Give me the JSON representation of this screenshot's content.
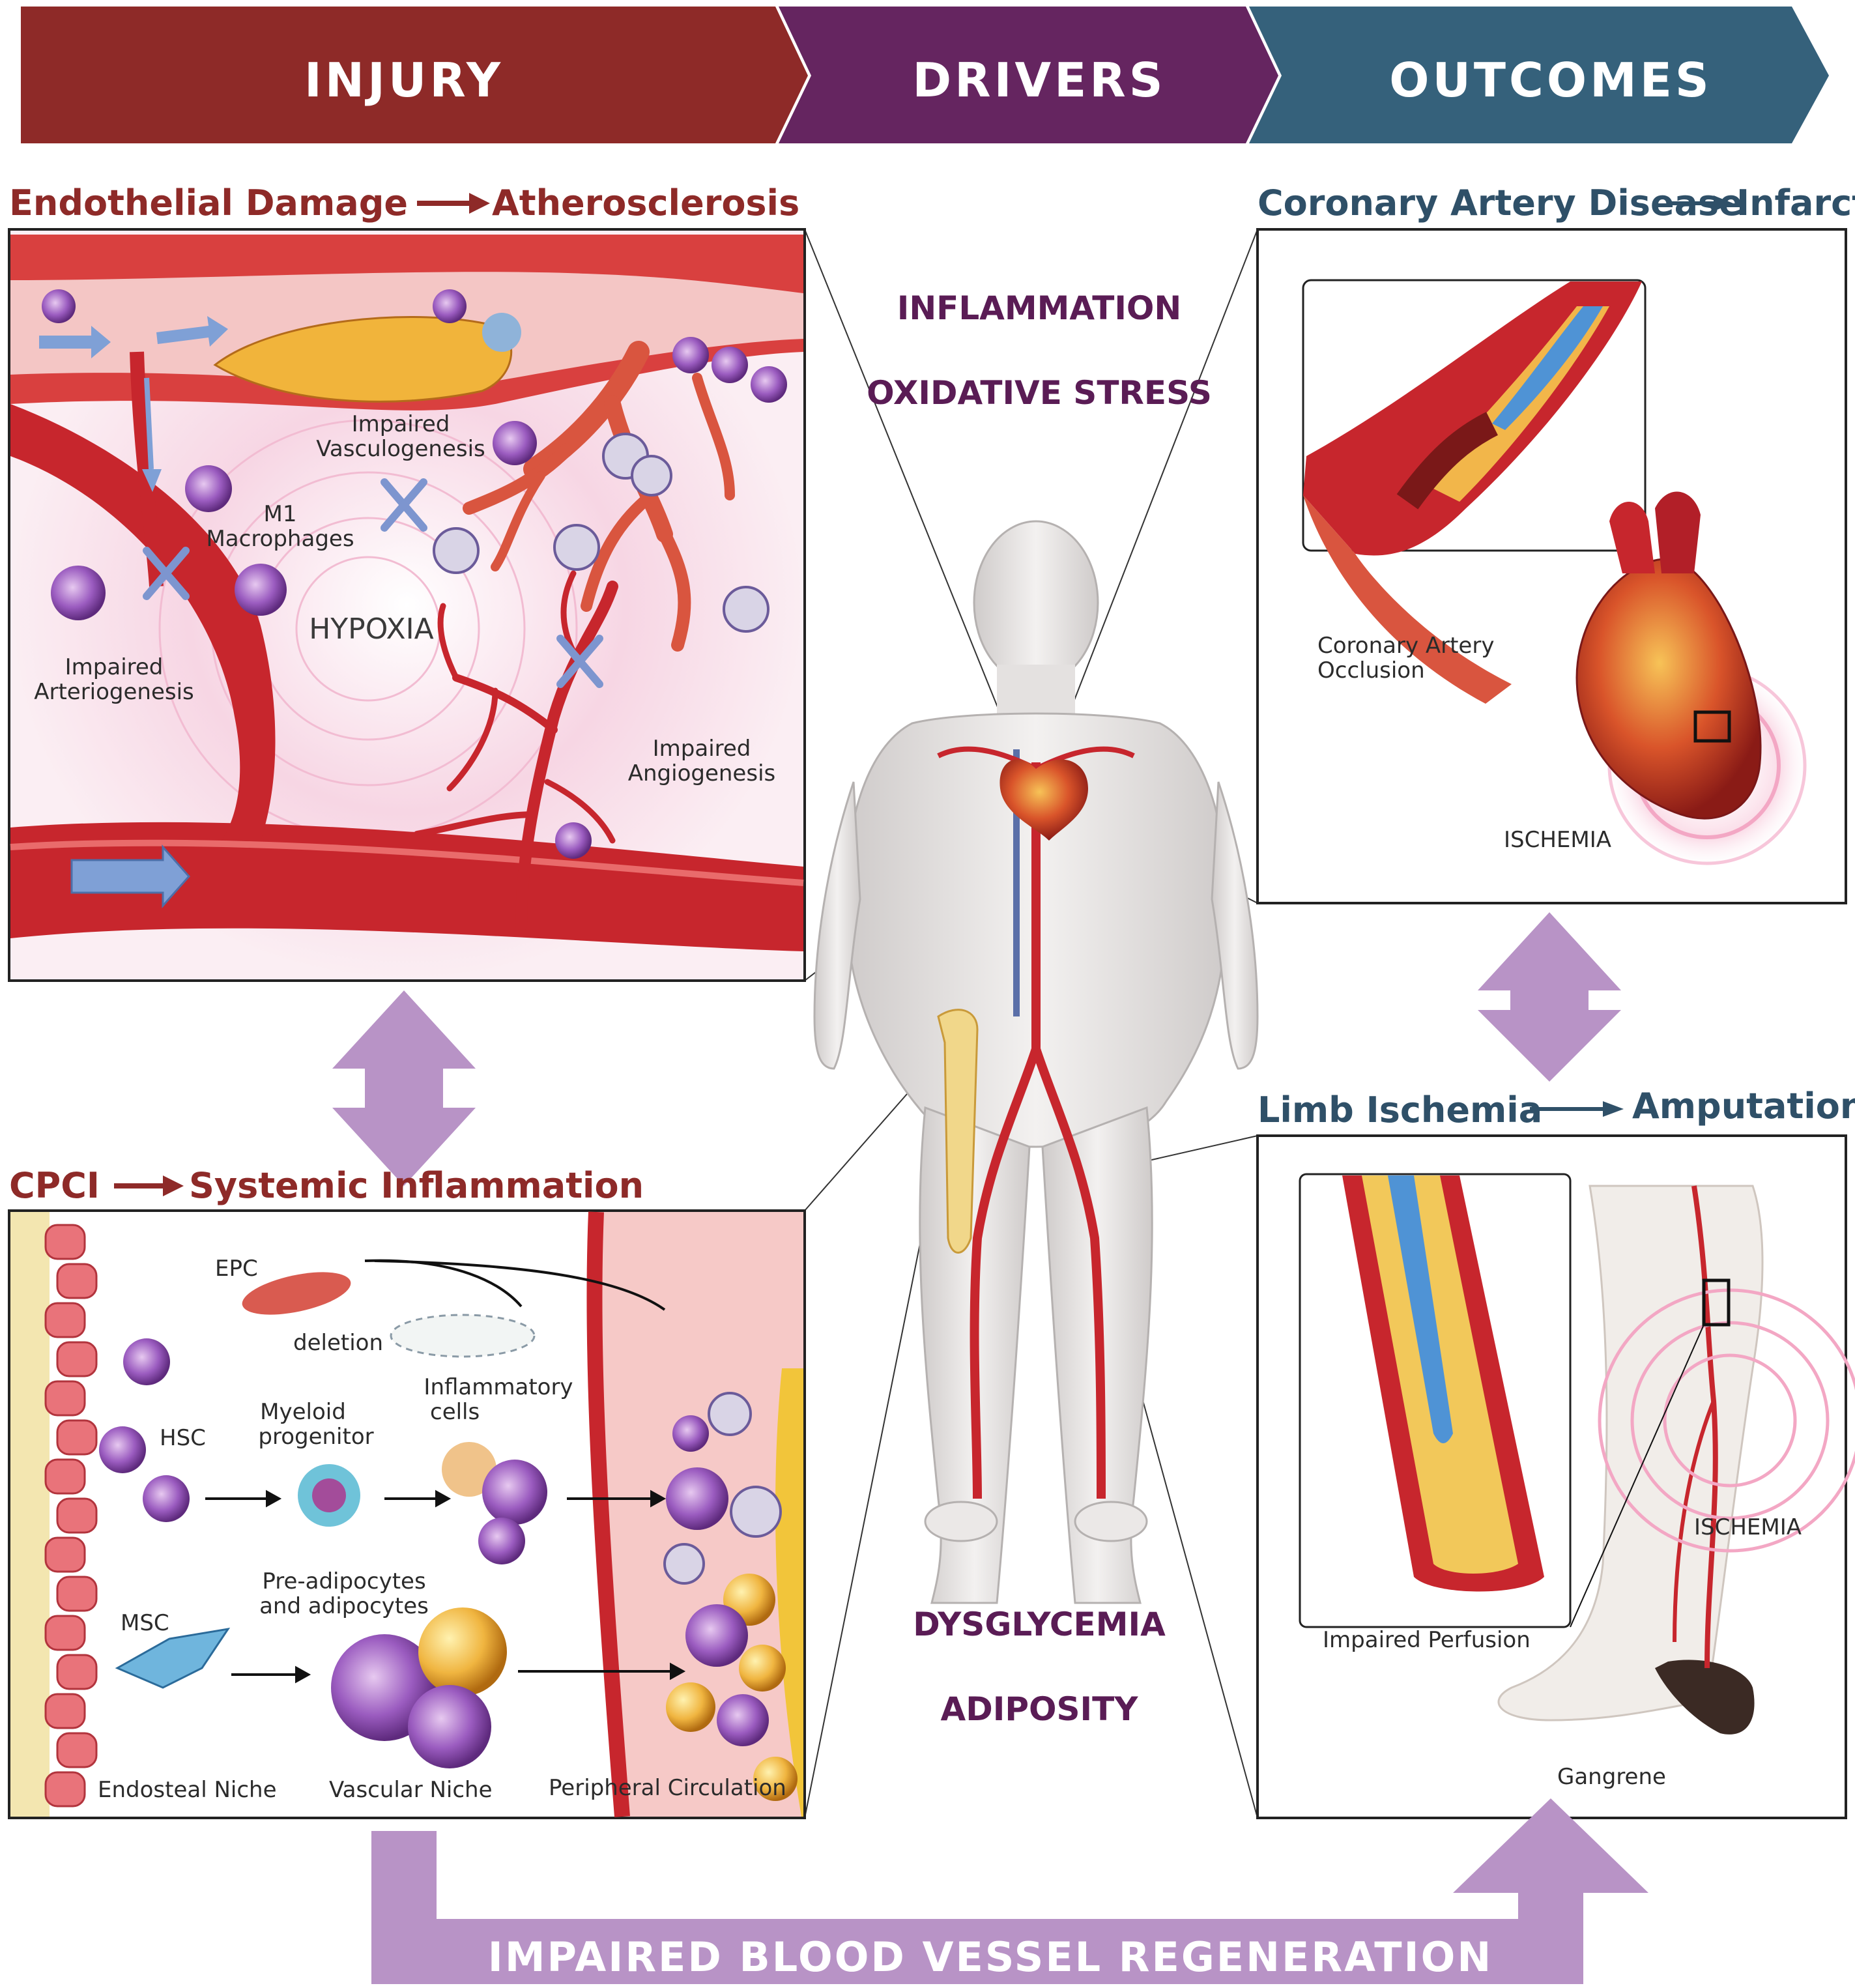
{
  "banner": {
    "injury": "INJURY",
    "drivers": "DRIVERS",
    "outcomes": "OUTCOMES"
  },
  "panels": {
    "endothelial": {
      "heading_left": "Endothelial Damage",
      "heading_right": "Atherosclerosis",
      "labels": {
        "impaired_vasculogenesis_1": "Impaired",
        "impaired_vasculogenesis_2": "Vasculogenesis",
        "m1_1": "M1",
        "m1_2": "Macrophages",
        "hypoxia": "HYPOXIA",
        "arteriogenesis_1": "Impaired",
        "arteriogenesis_2": "Arteriogenesis",
        "angiogenesis_1": "Impaired",
        "angiogenesis_2": "Angiogenesis"
      }
    },
    "cpci": {
      "heading_left": "CPCI",
      "heading_right": "Systemic Inflammation",
      "labels": {
        "epc": "EPC",
        "deletion": "deletion",
        "inflammatory_1": "Inflammatory",
        "inflammatory_2": "cells",
        "myeloid_1": "Myeloid",
        "myeloid_2": "progenitor",
        "hsc": "HSC",
        "preadipo_1": "Pre-adipocytes",
        "preadipo_2": "and adipocytes",
        "msc": "MSC",
        "endosteal": "Endosteal Niche",
        "vascular": "Vascular Niche",
        "peripheral": "Peripheral Circulation"
      }
    },
    "coronary": {
      "heading_left": "Coronary Artery Disease",
      "heading_right": "Infarct",
      "labels": {
        "occlusion_1": "Coronary Artery",
        "occlusion_2": "Occlusion",
        "ischemia": "ISCHEMIA"
      }
    },
    "limb": {
      "heading_left": "Limb Ischemia",
      "heading_right": "Amputation",
      "labels": {
        "ischemia": "ISCHEMIA",
        "perfusion": "Impaired Perfusion",
        "gangrene": "Gangrene"
      }
    }
  },
  "drivers": {
    "inflammation": "INFLAMMATION",
    "oxidative": "OXIDATIVE STRESS",
    "dysglycemia": "DYSGLYCEMIA",
    "adiposity": "ADIPOSITY"
  },
  "bottom": {
    "label": "IMPAIRED BLOOD VESSEL REGENERATION"
  },
  "colors": {
    "injury": "#8e2a28",
    "drivers": "#652560",
    "outcomes": "#35617b",
    "arrow": "#b893c6",
    "vessel": "#c7262d"
  }
}
